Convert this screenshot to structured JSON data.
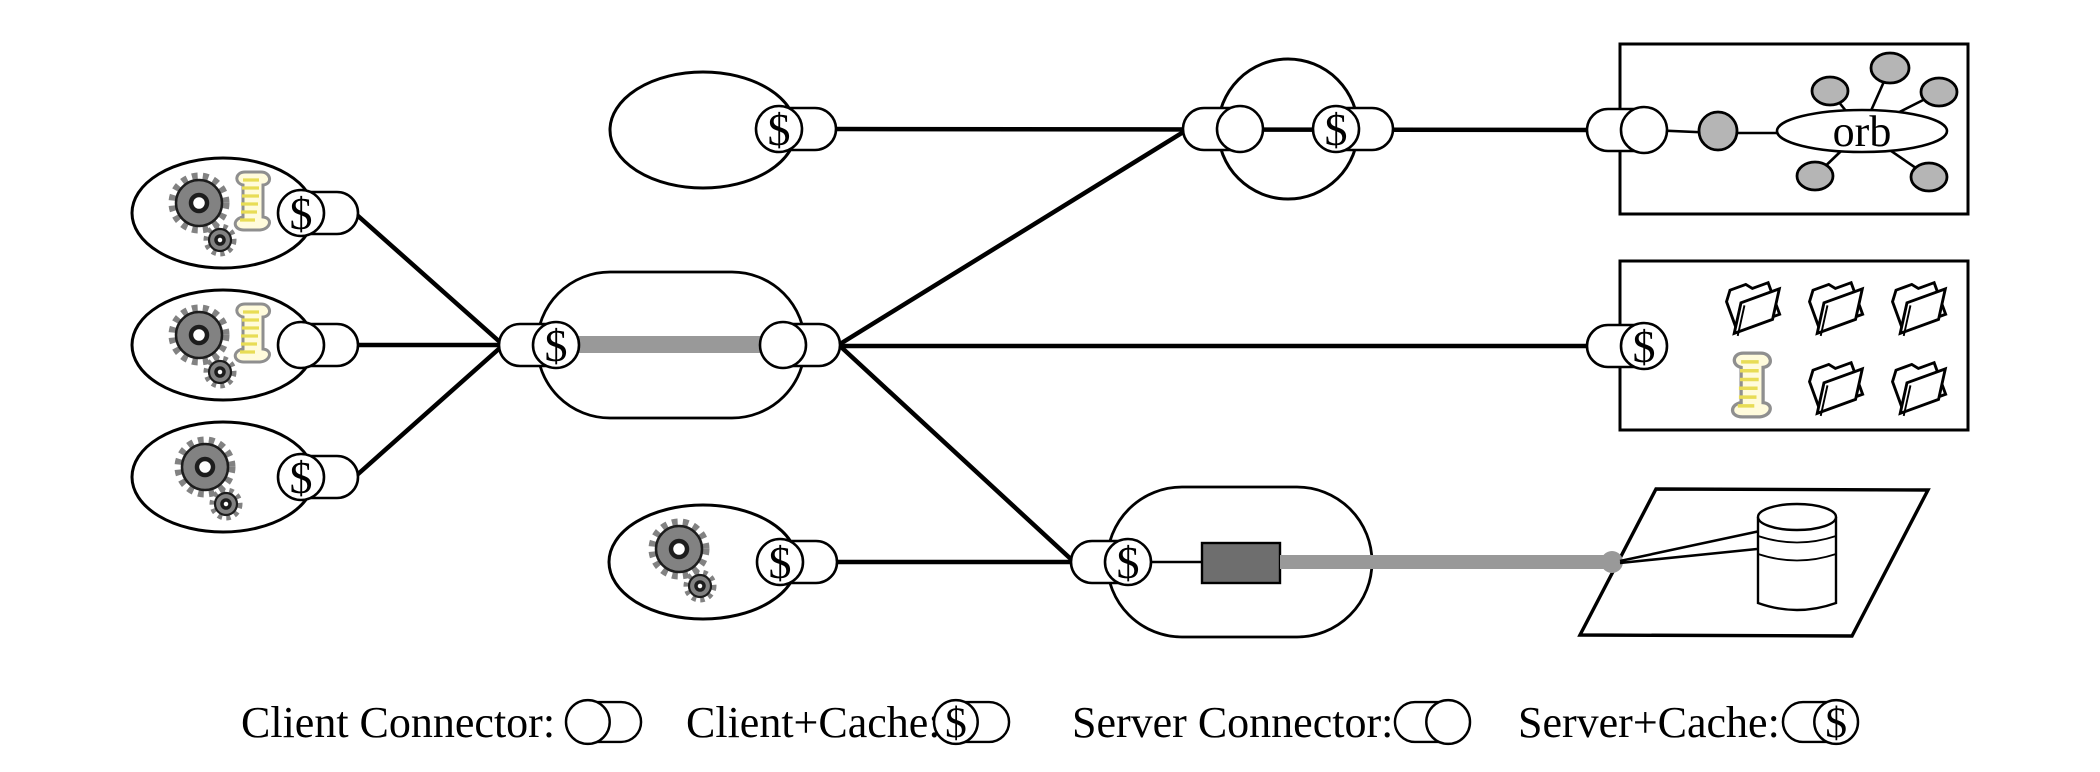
{
  "symbols": {
    "cache": "$"
  },
  "labels": {
    "orb": "orb"
  },
  "legend": {
    "items": [
      {
        "label": "Client Connector:",
        "type": "client-connector",
        "glyph": "stadium-circle-left"
      },
      {
        "label": "Client+Cache:",
        "type": "client-cache",
        "glyph": "stadium-cache-left"
      },
      {
        "label": "Server Connector:",
        "type": "server-connector",
        "glyph": "stadium-circle-right"
      },
      {
        "label": "Server+Cache:",
        "type": "server-cache",
        "glyph": "stadium-cache-right"
      }
    ]
  },
  "icons": {
    "gears": "gears-icon",
    "script": "script-scroll-icon",
    "folder": "open-folder-icon",
    "database": "database-cylinder-icon",
    "orb_node": "gray-node-icon"
  },
  "colors": {
    "line": "#000000",
    "channel_gray": "#999999",
    "dark_block_gray": "#6e6e6e",
    "node_gray": "#b5b5b5",
    "gear_gray": "#828282",
    "scroll_yellow": "#e8dc55",
    "scroll_body": "#fffbdc"
  }
}
